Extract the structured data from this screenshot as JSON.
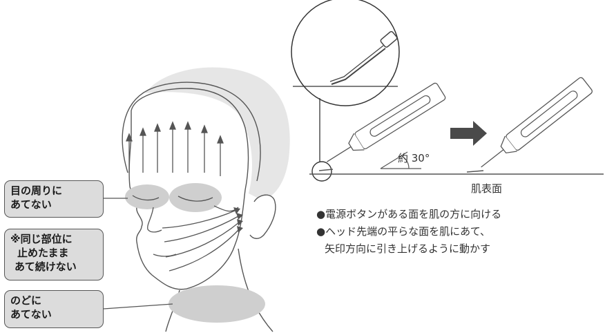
{
  "callouts": {
    "eyes": [
      "目の周りに",
      "あてない"
    ],
    "same_spot": [
      "※同じ部位に",
      "止めたまま",
      "あて続けない"
    ],
    "throat": [
      "のどに",
      "あてない"
    ]
  },
  "diagram": {
    "angle_label": "約 30°",
    "skin_label": "肌表面"
  },
  "instructions": [
    "●電源ボタンがある面を肌の方に向ける",
    "●ヘッド先端の平らな面を肌にあて、",
    "矢印方向に引き上げるように動かす"
  ],
  "colors": {
    "line": "#555555",
    "fill_gray": "#d8d8d8",
    "arrow": "#4a4a4a"
  }
}
